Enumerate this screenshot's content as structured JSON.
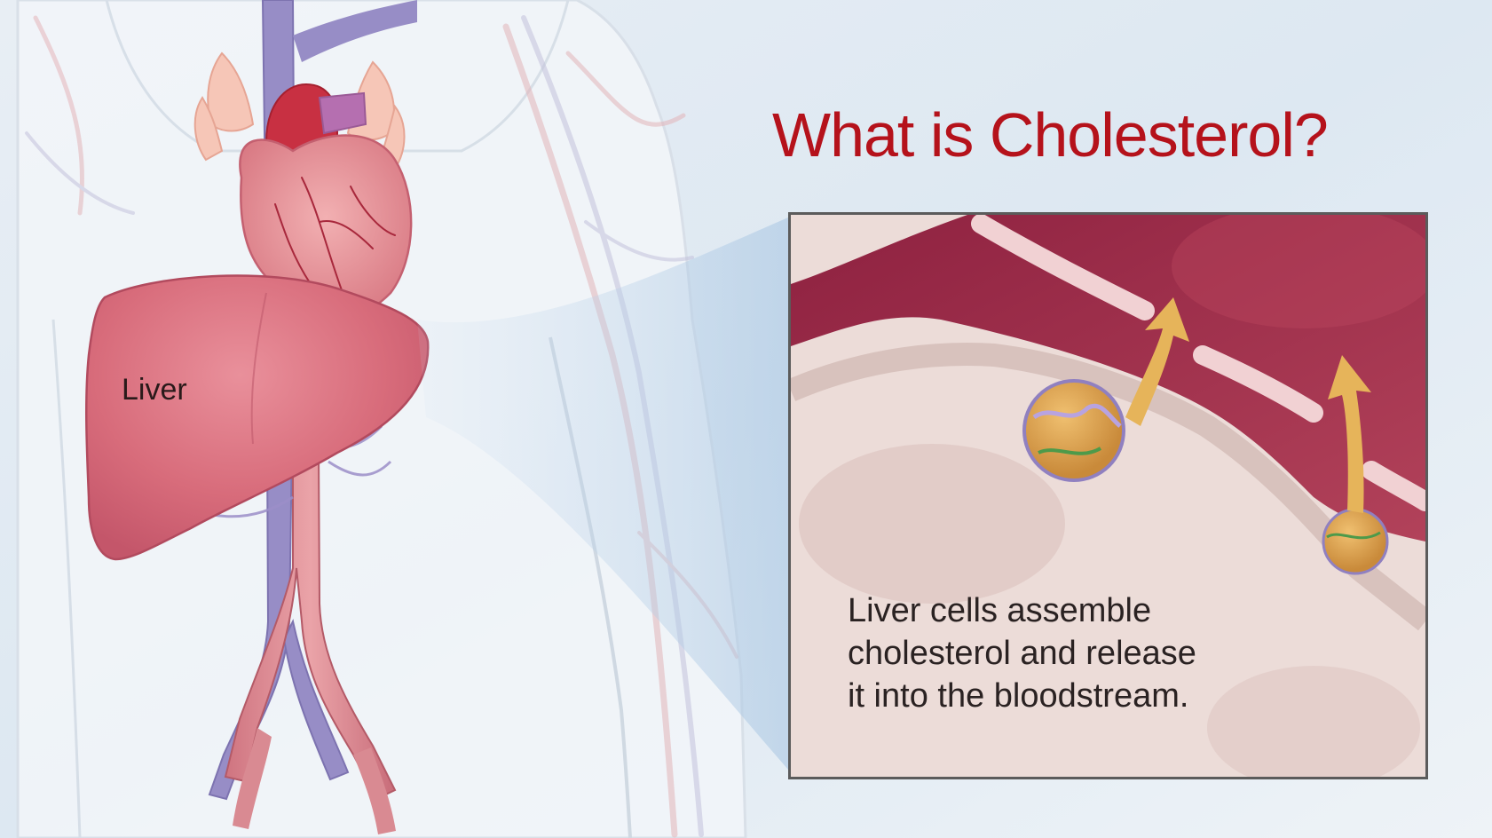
{
  "title": "What is Cholesterol?",
  "organ_label": "Liver",
  "caption_lines": [
    "Liver cells assemble",
    "cholesterol and release",
    "it into the bloodstream."
  ],
  "colors": {
    "title": "#b5121b",
    "background": "#dfe9f2",
    "liver": "#d9707f",
    "heart": "#e47a86",
    "aorta": "#d98a92",
    "vein": "#8f86c0",
    "bloodstream": "#9a2a45",
    "cell": "#ecdcd8",
    "arrow": "#e6b45a",
    "lipoprotein": "#d9a14d"
  }
}
